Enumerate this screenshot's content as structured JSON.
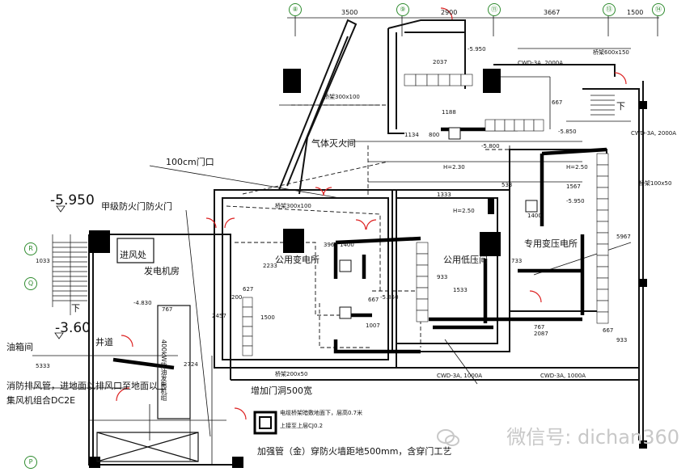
{
  "grid_axes": {
    "top": [
      "⑧",
      "⑨",
      "⑪",
      "⑬",
      "⑭"
    ],
    "left": [
      "R",
      "Q",
      "P"
    ]
  },
  "top_dims": [
    "3500",
    "2900",
    "3667",
    "1500"
  ],
  "rooms": {
    "generator_room": "发电机房",
    "public_substation": "公用变电所",
    "public_lv_room": "公用低压间",
    "private_substation": "专用变压电所",
    "gas_plant": "气体灭火间",
    "shaft_ahu": "进风处"
  },
  "annotations": {
    "door_100": "100cm门口",
    "fire_door": "甲级防火门防火门",
    "level_left": "-5.950",
    "level_left2": "-3.60",
    "oil_tank": "油箱间",
    "exhaust_note": "消防排风管，进地面以排风口至地面以上",
    "collect_pipe": "集风机组合DC2E",
    "pit_lower": "下",
    "pit_left": "井道",
    "diesel_room": "400kW柴油发电机组",
    "extra_conduit": "增加门洞500宽",
    "note_box_1": "电缆桥架暗敷地面下，层高0.7米",
    "note_box_2": "上接至上层CJ0.2",
    "bottom_note": "加强管（金）穿防火墙距地500mm，含穿门工艺",
    "room_elev_1": "-5.950",
    "room_elev_2": "-5.850",
    "room_elev_3": "-5.800",
    "room_elev_4": "-5.950",
    "room_elev_5": "-5.850",
    "room_elev_6": "-4.830",
    "cwd_1": "CWD-3A, 1000A",
    "cwd_2": "CWD-3A, 1000A",
    "cwd_3": "CWD-3A, 2000A",
    "cwd_4": "CWD-3A, 2000A",
    "tray_1": "桥架300x100",
    "tray_2": "桥架300x100",
    "tray_3": "桥架200x50",
    "tray_4": "桥架600x150",
    "tray_5": "桥架100x50",
    "h1": "H=2.30",
    "h2": "H=2.50",
    "h3": "H=2.50",
    "down": "下"
  },
  "dims": {
    "d2037": "2037",
    "d1188": "1188",
    "d667a": "667",
    "d1134": "1134",
    "d800": "800",
    "d1333": "1333",
    "d1400": "1400",
    "d533": "533",
    "d1567": "1567",
    "d2087": "2087",
    "d667b": "667",
    "d933a": "933",
    "d1533": "1533",
    "d733": "733",
    "d2233": "2233",
    "d627": "627",
    "d767a": "767",
    "d1500": "1500",
    "d2457": "2457",
    "d1033": "1033",
    "d5333": "5333",
    "d767b": "767",
    "d2724": "2724",
    "d200": "200",
    "d1007": "1007",
    "d3967": "3967",
    "d1400b": "1400",
    "d5967": "5967",
    "d933b": "933",
    "d667c": "667"
  },
  "watermark": "微信号: dichan360",
  "colors": {
    "line": "#111111",
    "grid": "#2e8b2e",
    "door": "#dd2222",
    "watermark": "#c8c8c8"
  }
}
